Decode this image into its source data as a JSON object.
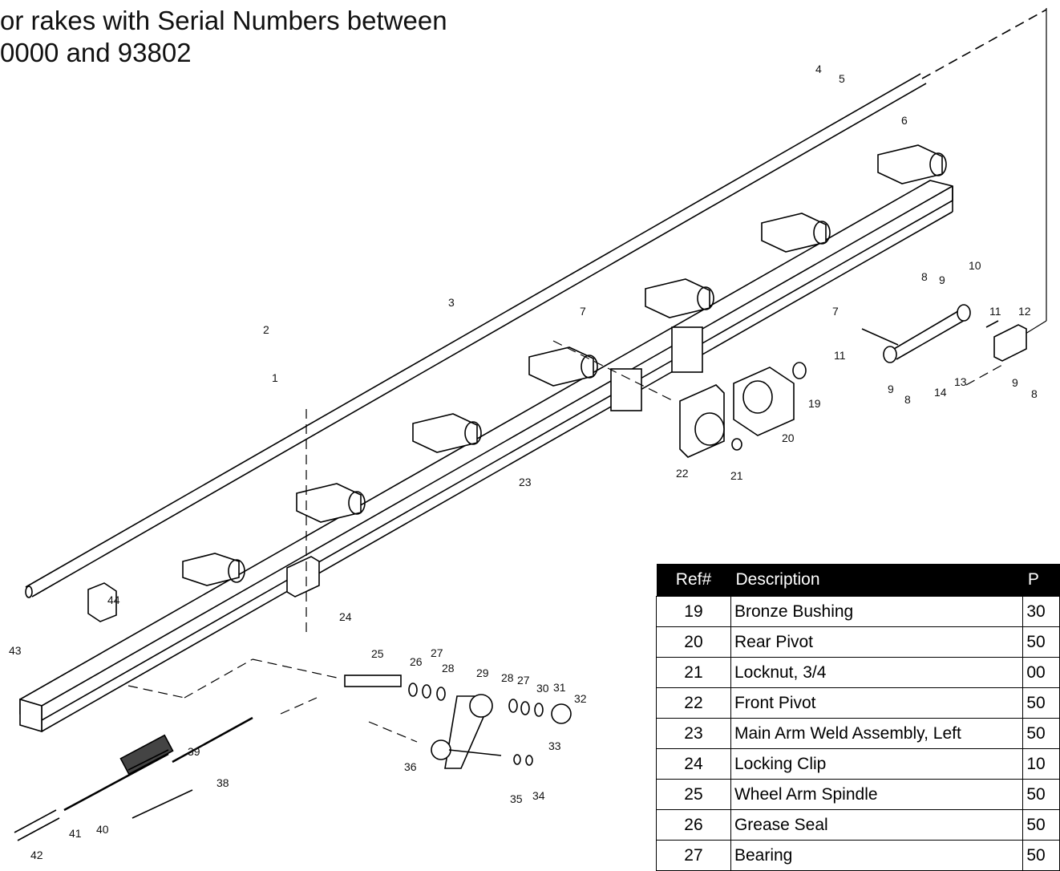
{
  "heading": {
    "line1": "or rakes with Serial Numbers between",
    "line2": "0000 and 93802"
  },
  "callouts": [
    "1",
    "2",
    "3",
    "4",
    "5",
    "6",
    "7",
    "7",
    "8",
    "8",
    "8",
    "9",
    "9",
    "9",
    "10",
    "11",
    "11",
    "12",
    "13",
    "14",
    "19",
    "20",
    "21",
    "22",
    "23",
    "24",
    "25",
    "26",
    "27",
    "27",
    "28",
    "28",
    "29",
    "30",
    "31",
    "32",
    "33",
    "34",
    "35",
    "36",
    "38",
    "39",
    "40",
    "41",
    "42",
    "43",
    "44"
  ],
  "parts_table": {
    "headers": [
      "Ref#",
      "Description",
      "P"
    ],
    "rows": [
      {
        "ref": "19",
        "description": "Bronze Bushing",
        "part": "30"
      },
      {
        "ref": "20",
        "description": "Rear Pivot",
        "part": "50"
      },
      {
        "ref": "21",
        "description": "Locknut, 3/4",
        "part": "00"
      },
      {
        "ref": "22",
        "description": "Front Pivot",
        "part": "50"
      },
      {
        "ref": "23",
        "description": "Main Arm Weld Assembly, Left",
        "part": "50"
      },
      {
        "ref": "24",
        "description": "Locking Clip",
        "part": "10"
      },
      {
        "ref": "25",
        "description": "Wheel Arm Spindle",
        "part": "50"
      },
      {
        "ref": "26",
        "description": "Grease Seal",
        "part": "50"
      },
      {
        "ref": "27",
        "description": "Bearing",
        "part": "50"
      }
    ]
  }
}
